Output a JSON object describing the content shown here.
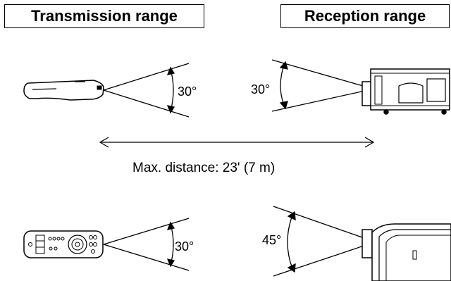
{
  "headers": {
    "transmission": "Transmission range",
    "reception": "Reception range"
  },
  "angles": {
    "top_remote": "30°",
    "top_projector": "30°",
    "bottom_remote": "30°",
    "bottom_projector": "45°"
  },
  "distance_label": "Max. distance: 23' (7 m)"
}
